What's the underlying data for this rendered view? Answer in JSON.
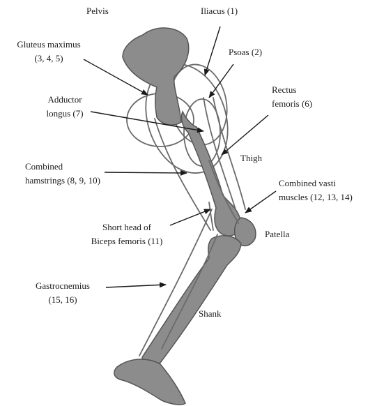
{
  "labels": {
    "pelvis": "Pelvis",
    "iliacus": "Iliacus (1)",
    "gluteus_l1": "Gluteus maximus",
    "gluteus_l2": "(3, 4, 5)",
    "psoas": "Psoas (2)",
    "adductor_l1": "Adductor",
    "adductor_l2": "longus (7)",
    "rectus_l1": "Rectus",
    "rectus_l2": "femoris (6)",
    "thigh": "Thigh",
    "hamstrings_l1": "Combined",
    "hamstrings_l2": "hamstrings (8, 9, 10)",
    "vasti_l1": "Combined vasti",
    "vasti_l2": "muscles (12, 13, 14)",
    "biceps_l1": "Short head of",
    "biceps_l2": "Biceps femoris (11)",
    "patella": "Patella",
    "gastrocnemius_l1": "Gastrocnemius",
    "gastrocnemius_l2": "(15, 16)",
    "shank": "Shank"
  },
  "colors": {
    "bone_fill": "#8c8c8c",
    "bone_stroke": "#555555",
    "muscle_line": "#6a6a6a",
    "arrow": "#1a1a1a",
    "text": "#1a1a1a"
  }
}
